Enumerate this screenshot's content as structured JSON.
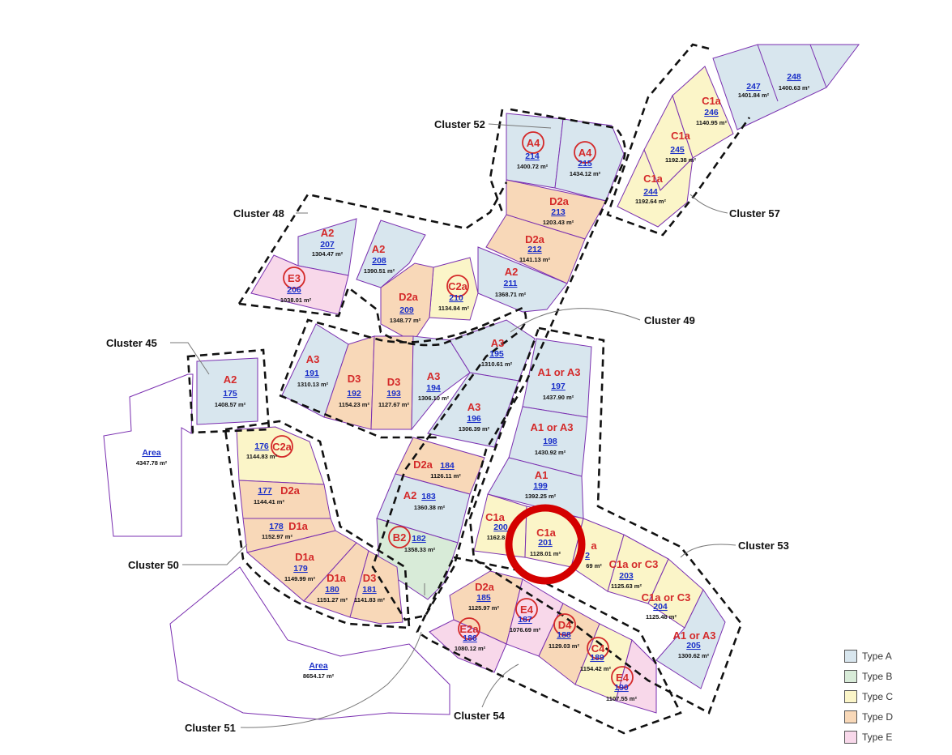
{
  "lots": [
    {
      "num": "247",
      "area": "1401.84 m²"
    },
    {
      "num": "248",
      "area": "1400.63 m²"
    },
    {
      "type": "C1a",
      "num": "246",
      "area": "1140.95 m²"
    },
    {
      "type": "C1a",
      "num": "245",
      "area": "1192.38 m²"
    },
    {
      "type": "C1a",
      "num": "244",
      "area": "1192.64 m²"
    },
    {
      "type": "A4",
      "num": "214",
      "area": "1400.72 m²"
    },
    {
      "type": "A4",
      "num": "215",
      "area": "1434.12 m²"
    },
    {
      "type": "D2a",
      "num": "213",
      "area": "1203.43 m²"
    },
    {
      "type": "D2a",
      "num": "212",
      "area": "1141.13 m²"
    },
    {
      "type": "A2",
      "num": "211",
      "area": "1368.71 m²"
    },
    {
      "type": "C2a",
      "num": "210",
      "area": "1134.84 m²"
    },
    {
      "type": "D2a",
      "num": "209",
      "area": "1348.77 m²"
    },
    {
      "type": "A2",
      "num": "208",
      "area": "1390.51 m²"
    },
    {
      "type": "A2",
      "num": "207",
      "area": "1304.47 m²"
    },
    {
      "type": "E3",
      "num": "206",
      "area": "1038.01 m²"
    },
    {
      "type": "A2",
      "num": "175",
      "area": "1408.57 m²"
    },
    {
      "type": "A3",
      "num": "191",
      "area": "1310.13 m²"
    },
    {
      "type": "D3",
      "num": "192",
      "area": "1154.23 m²"
    },
    {
      "type": "D3",
      "num": "193",
      "area": "1127.67 m²"
    },
    {
      "type": "A3",
      "num": "194",
      "area": "1306.10 m²"
    },
    {
      "type": "A3",
      "num": "195",
      "area": "1310.61 m²"
    },
    {
      "type": "A3",
      "num": "196",
      "area": "1306.39 m²"
    },
    {
      "type": "A1 or A3",
      "num": "197",
      "area": "1437.90 m²"
    },
    {
      "type": "A1 or A3",
      "num": "198",
      "area": "1430.92 m²"
    },
    {
      "type": "A1",
      "num": "199",
      "area": "1392.25 m²"
    },
    {
      "type": "C1a",
      "num": "200",
      "area": "1162.8"
    },
    {
      "type": "C1a",
      "num": "201",
      "area": "1128.01 m²"
    },
    {
      "type": "a",
      "num": "2",
      "area": "69 m²"
    },
    {
      "type": "C1a or C3",
      "num": "203",
      "area": "1125.63 m²"
    },
    {
      "type": "C1a or C3",
      "num": "204",
      "area": "1125.48 m²"
    },
    {
      "type": "A1 or A3",
      "num": "205",
      "area": "1300.62 m²"
    },
    {
      "type": "D2a",
      "num": "184",
      "area": "1126.11 m²"
    },
    {
      "type": "A2",
      "num": "183",
      "area": "1360.38 m²"
    },
    {
      "type": "B2",
      "num": "182",
      "area": "1358.33 m²"
    },
    {
      "type": "C2a",
      "num": "176",
      "area": "1144.83 m²"
    },
    {
      "type": "D2a",
      "num": "177",
      "area": "1144.41 m²"
    },
    {
      "type": "D1a",
      "num": "178",
      "area": "1152.97 m²"
    },
    {
      "type": "D1a",
      "num": "179",
      "area": "1149.99 m²"
    },
    {
      "type": "D1a",
      "num": "180",
      "area": "1151.27 m²"
    },
    {
      "type": "D3",
      "num": "181",
      "area": "1141.83 m²"
    },
    {
      "type": "D2a",
      "num": "185",
      "area": "1125.97 m²"
    },
    {
      "type": "E2a",
      "num": "186",
      "area": "1080.12 m²"
    },
    {
      "type": "E4",
      "num": "187",
      "area": "1076.69 m²"
    },
    {
      "type": "D4",
      "num": "188",
      "area": "1129.03 m²"
    },
    {
      "type": "C4",
      "num": "189",
      "area": "1154.42 m²"
    },
    {
      "type": "E4",
      "num": "190",
      "area": "1107.55 m²"
    }
  ],
  "open_areas": [
    {
      "label": "Area",
      "area": "4347.78 m²"
    },
    {
      "label": "Area",
      "area": "8654.17 m²"
    }
  ],
  "clusters": [
    "Cluster 52",
    "Cluster 57",
    "Cluster 48",
    "Cluster 49",
    "Cluster 45",
    "Cluster 53",
    "Cluster 50",
    "Cluster 51",
    "Cluster 54"
  ],
  "legend": [
    {
      "label": "Type A",
      "color": "#d8e6ee"
    },
    {
      "label": "Type B",
      "color": "#d8ebd8"
    },
    {
      "label": "Type C",
      "color": "#fbf5c8"
    },
    {
      "label": "Type D",
      "color": "#f8d8b8"
    },
    {
      "label": "Type E",
      "color": "#f8d8ea"
    }
  ],
  "highlight_color": "#d40000"
}
